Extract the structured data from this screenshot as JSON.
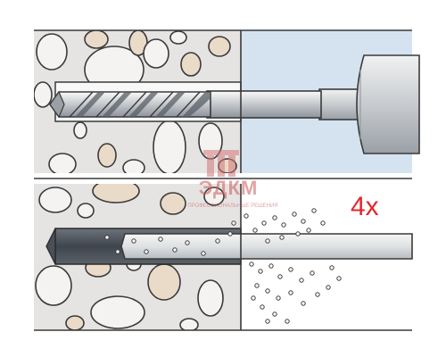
{
  "steps": [
    {
      "step": "drill-hole"
    },
    {
      "step": "clean-hole",
      "repeat_label": "4x"
    }
  ],
  "watermark": {
    "name": "ЭДКМ",
    "tagline": "ПРОФЕССИОНАЛЬНЫЕ РЕШЕНИЯ"
  },
  "colors": {
    "concrete": "#e6e4e3",
    "air": "#d5e3f1",
    "stone_fill": "#f5f3f2",
    "stone_accent": "#eadac8",
    "steel_light": "#e4e6e8",
    "steel_dark": "#444a52",
    "accent_red": "#e3262b"
  },
  "icons": [
    "drill-bit-icon",
    "drill-chuck-icon",
    "blow-out-pump-icon",
    "dust-particles-icon"
  ]
}
